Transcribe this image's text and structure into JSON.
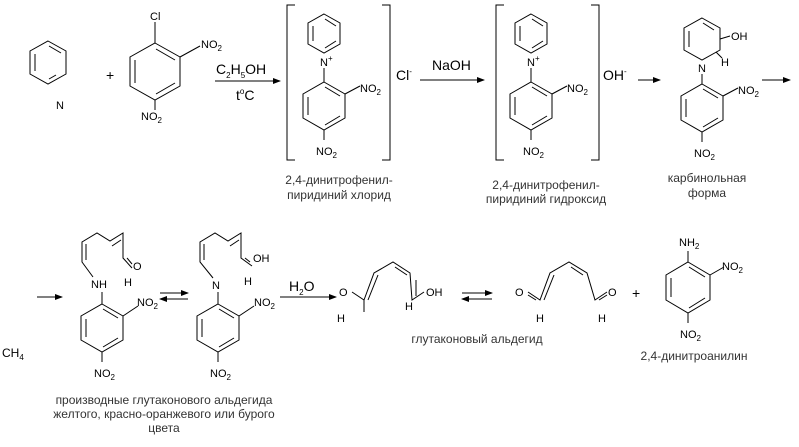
{
  "labels": {
    "cl": "Cl",
    "no2": "NO",
    "two": "2",
    "n": "N",
    "n_plus": "N",
    "plus_sign": "+",
    "ethanol_c": "C",
    "ethanol_2": "2",
    "ethanol_h": "H",
    "ethanol_5": "5",
    "ethanol_oh": "OH",
    "temp": "t",
    "temp_deg": "o",
    "temp_c": "C",
    "chloride_ion": "Cl",
    "minus": "-",
    "naoh": "NaOH",
    "hydroxide_ion": "OH",
    "oh": "OH",
    "h": "H",
    "o": "O",
    "nh": "NH",
    "nh2": "NH",
    "water": "H",
    "water_2": "2",
    "water_o": "O",
    "ch4": "CH",
    "ch4_sub": "4"
  },
  "captions": {
    "chloride_line1": "2,4-динитрофенил-",
    "chloride_line2": "пиридиний хлорид",
    "hydroxide_line1": "2,4-динитрофенил-",
    "hydroxide_line2": "пиридиний гидроксид",
    "carbinol_line1": "карбинольная",
    "carbinol_line2": "форма",
    "glutaconic": "глутаконовый альдегид",
    "dinitroaniline": "2,4-динитроанилин",
    "derivatives_line1": "производные глутаконового альдегида",
    "derivatives_line2": "желтого, красно-оранжевого или бурого",
    "derivatives_line3": "цвета"
  }
}
